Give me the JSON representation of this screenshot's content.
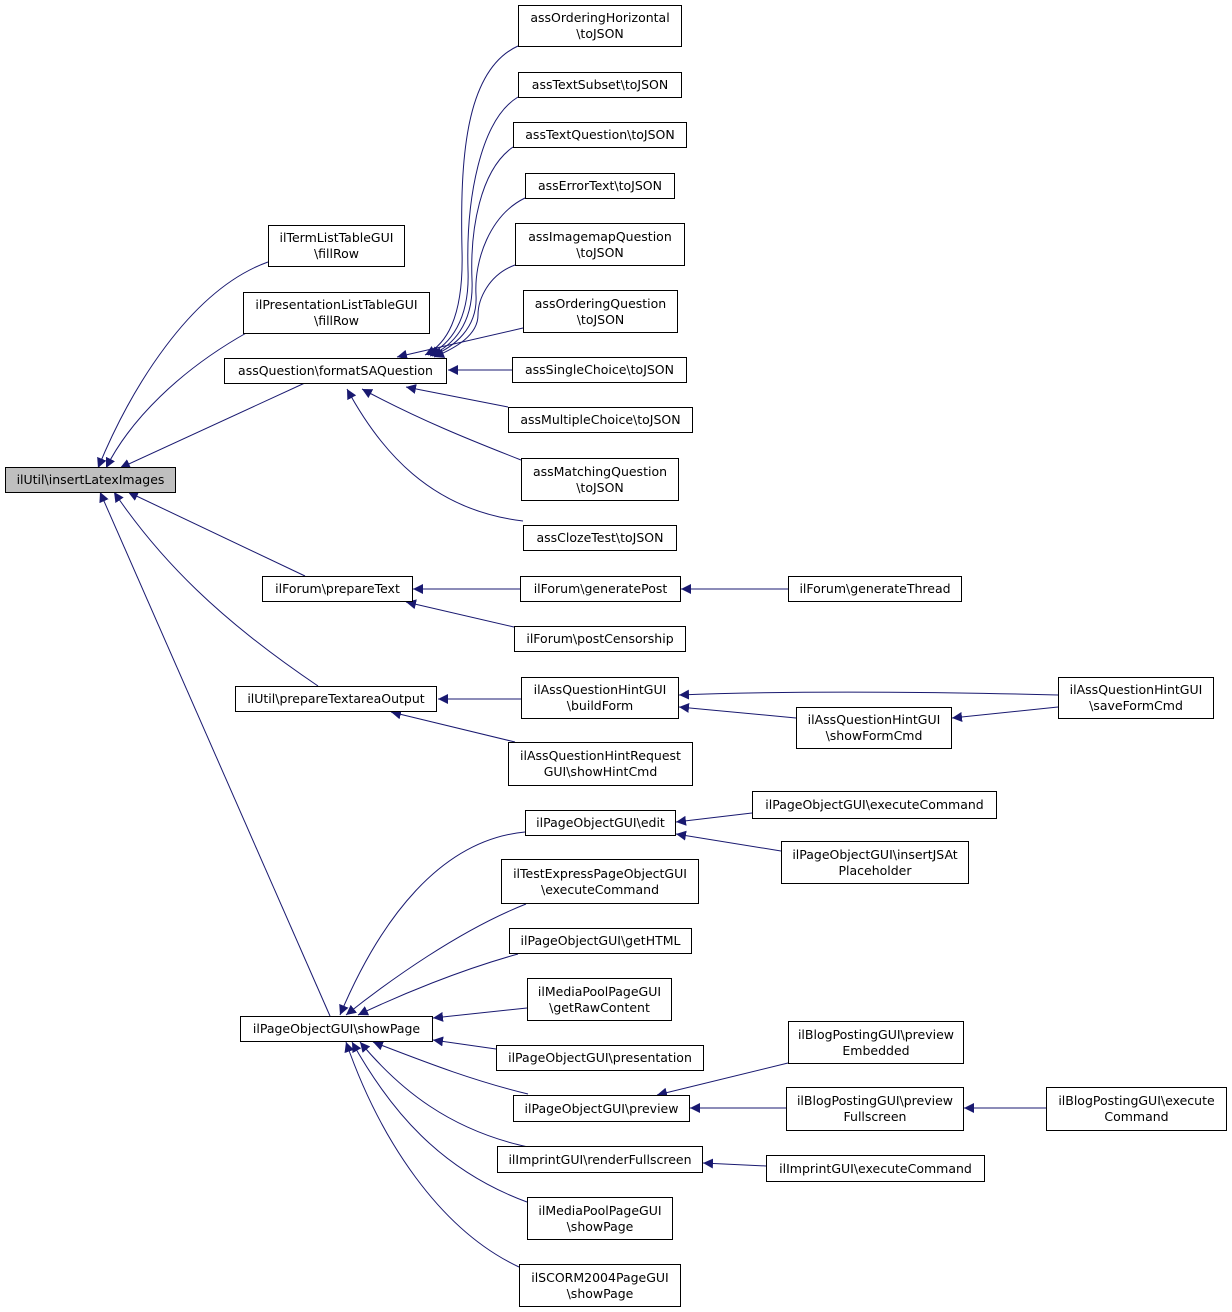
{
  "colors": {
    "edge": "#191970",
    "node_border": "#000000",
    "root_fill": "#bfbfbf",
    "node_fill": "#ffffff"
  },
  "nodes": {
    "insertLatexImages": "ilUtil\\insertLatexImages",
    "termList": "ilTermListTableGUI\n\\fillRow",
    "presentationList": "ilPresentationListTableGUI\n\\fillRow",
    "formatSA": "assQuestion\\formatSAQuestion",
    "forumPrepareText": "ilForum\\prepareText",
    "prepareTextarea": "ilUtil\\prepareTextareaOutput",
    "showPage": "ilPageObjectGUI\\showPage",
    "orderingHorizontal": "assOrderingHorizontal\n\\toJSON",
    "textSubset": "assTextSubset\\toJSON",
    "textQuestion": "assTextQuestion\\toJSON",
    "errorText": "assErrorText\\toJSON",
    "imagemap": "assImagemapQuestion\n\\toJSON",
    "orderingQuestion": "assOrderingQuestion\n\\toJSON",
    "singleChoice": "assSingleChoice\\toJSON",
    "multipleChoice": "assMultipleChoice\\toJSON",
    "matching": "assMatchingQuestion\n\\toJSON",
    "cloze": "assClozeTest\\toJSON",
    "generatePost": "ilForum\\generatePost",
    "generateThread": "ilForum\\generateThread",
    "postCensorship": "ilForum\\postCensorship",
    "hintBuildForm": "ilAssQuestionHintGUI\n\\buildForm",
    "hintShowFormCmd": "ilAssQuestionHintGUI\n\\showFormCmd",
    "hintSaveFormCmd": "ilAssQuestionHintGUI\n\\saveFormCmd",
    "hintRequest": "ilAssQuestionHintRequest\nGUI\\showHintCmd",
    "pageEdit": "ilPageObjectGUI\\edit",
    "pageExecute": "ilPageObjectGUI\\executeCommand",
    "pageInsertJS": "ilPageObjectGUI\\insertJSAt\nPlaceholder",
    "testExpress": "ilTestExpressPageObjectGUI\n\\executeCommand",
    "pageGetHTML": "ilPageObjectGUI\\getHTML",
    "mediaRaw": "ilMediaPoolPageGUI\n\\getRawContent",
    "pagePresentation": "ilPageObjectGUI\\presentation",
    "pagePreview": "ilPageObjectGUI\\preview",
    "blogEmbedded": "ilBlogPostingGUI\\preview\nEmbedded",
    "blogFullscreen": "ilBlogPostingGUI\\preview\nFullscreen",
    "blogExecute": "ilBlogPostingGUI\\execute\nCommand",
    "imprintRender": "ilImprintGUI\\renderFullscreen",
    "imprintExecute": "ilImprintGUI\\executeCommand",
    "mediaShowPage": "ilMediaPoolPageGUI\n\\showPage",
    "scormShowPage": "ilSCORM2004PageGUI\n\\showPage"
  }
}
